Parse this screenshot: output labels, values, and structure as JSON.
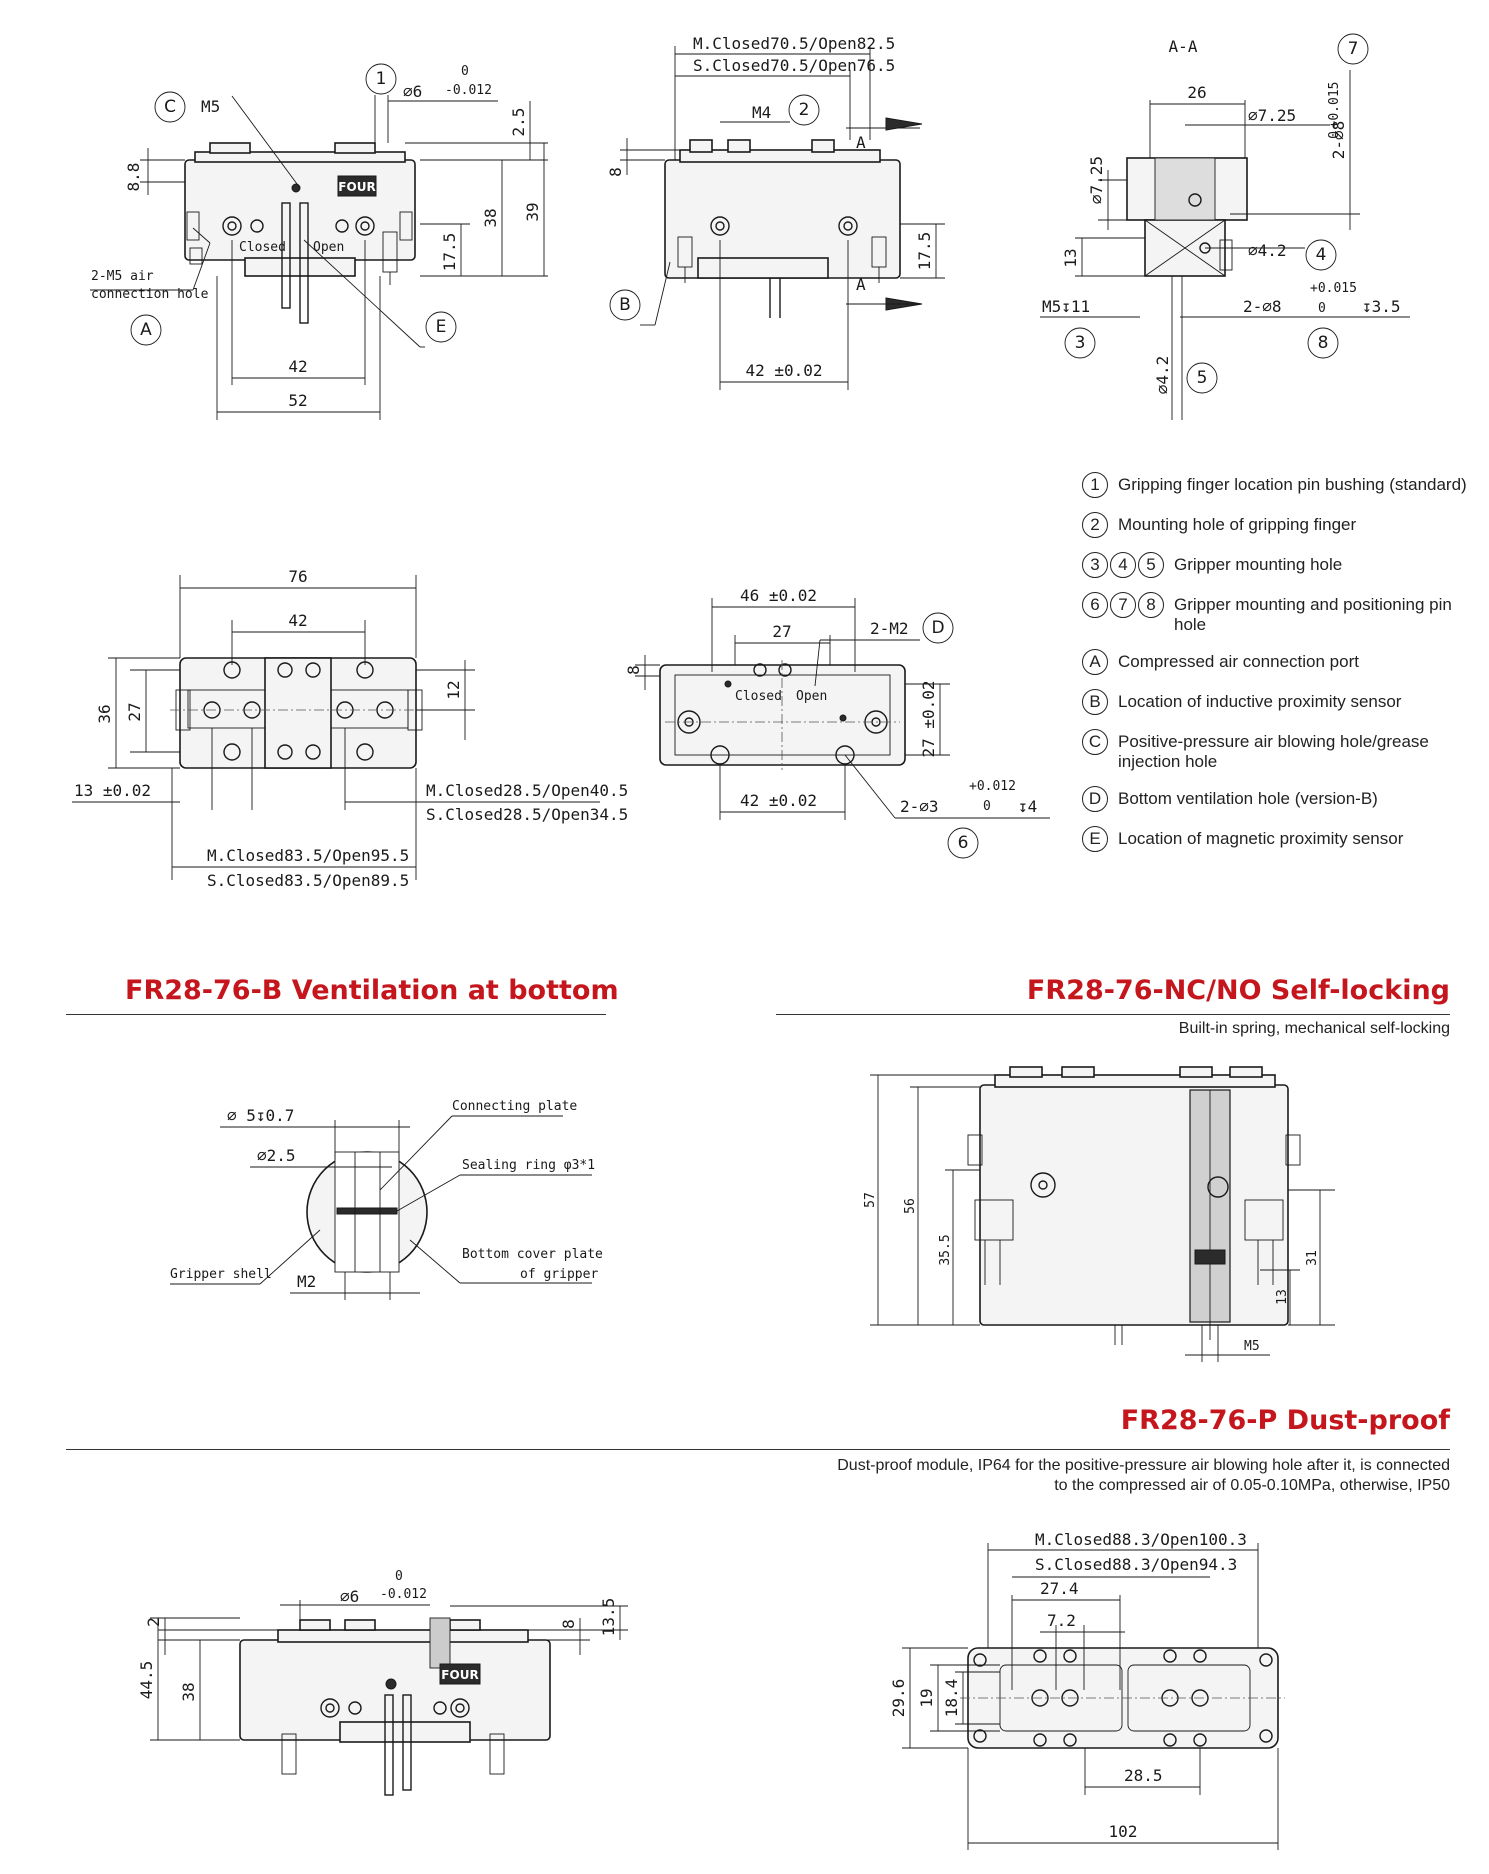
{
  "sections": {
    "ventilation": {
      "title": "FR28-76-B Ventilation at bottom"
    },
    "self_locking": {
      "title": "FR28-76-NC/NO Self-locking",
      "subtitle": "Built-in spring, mechanical self-locking"
    },
    "dust_proof": {
      "title": "FR28-76-P Dust-proof",
      "subtitle_line1": "Dust-proof module, IP64 for the positive-pressure air blowing hole after it, is connected",
      "subtitle_line2": "to the compressed air of 0.05-0.10MPa, otherwise, IP50"
    }
  },
  "legend": [
    {
      "marks": [
        "1"
      ],
      "text": "Gripping finger location pin bushing (standard)"
    },
    {
      "marks": [
        "2"
      ],
      "text": "Mounting hole of gripping finger"
    },
    {
      "marks": [
        "3",
        "4",
        "5"
      ],
      "text": "Gripper mounting hole"
    },
    {
      "marks": [
        "6",
        "7",
        "8"
      ],
      "text": "Gripper mounting and positioning pin hole"
    },
    {
      "marks": [
        "A"
      ],
      "text": "Compressed air connection port"
    },
    {
      "marks": [
        "B"
      ],
      "text": "Location of inductive proximity sensor"
    },
    {
      "marks": [
        "C"
      ],
      "text": "Positive-pressure air blowing hole/grease injection hole"
    },
    {
      "marks": [
        "D"
      ],
      "text": "Bottom ventilation hole (version-B)"
    },
    {
      "marks": [
        "E"
      ],
      "text": "Location of magnetic proximity sensor"
    }
  ],
  "front_view": {
    "m5": "M5",
    "c": "C",
    "one": "1",
    "phi6": "∅6",
    "tol_up": "0",
    "tol_low": "-0.012",
    "d2_5": "2.5",
    "d8_8": "8.8",
    "d38": "38",
    "d39": "39",
    "d17_5": "17.5",
    "closed": "Closed",
    "open": "Open",
    "air_hole_1": "2-M5 air",
    "air_hole_2": "connection hole",
    "a": "A",
    "e": "E",
    "d42": "42",
    "d52": "52",
    "brand": "FOUR"
  },
  "side_view": {
    "m_closed_open": "M.Closed70.5/Open82.5",
    "s_closed_open": "S.Closed70.5/Open76.5",
    "m4": "M4",
    "two": "2",
    "d8": "8",
    "d17_5": "17.5",
    "b": "B",
    "d42": "42 ±0.02",
    "a": "A"
  },
  "section_aa": {
    "title": "A-A",
    "seven": "7",
    "d26": "26",
    "phi7_25_top": "∅7.25",
    "phi7_25_side": "∅7.25",
    "two_phi8_v": "2-∅8",
    "tol_015": "+0.015",
    "tol_0": "0",
    "d13": "13",
    "phi4_2": "∅4.2",
    "four": "4",
    "m5_11": "M5↧11",
    "two_phi8_h": "2-∅8",
    "depth3_5": "↧3.5",
    "three": "3",
    "eight": "8",
    "phi4_2_v": "∅4.2",
    "five": "5"
  },
  "top_view": {
    "d76": "76",
    "d42": "42",
    "d36": "36",
    "d27": "27",
    "d12": "12",
    "d13": "13 ±0.02",
    "m_small": "M.Closed28.5/Open40.5",
    "s_small": "S.Closed28.5/Open34.5",
    "m_big": "M.Closed83.5/Open95.5",
    "s_big": "S.Closed83.5/Open89.5"
  },
  "bottom_view": {
    "d46": "46 ±0.02",
    "d27": "27",
    "m2": "2-M2",
    "d": "D",
    "d8": "8",
    "closed": "Closed",
    "open": "Open",
    "d27v": "27 ±0.02",
    "d42": "42 ±0.02",
    "pin": "2-∅3",
    "pin_tol_up": "+0.012",
    "pin_tol_low": "0",
    "pin_depth": "↧4",
    "six": "6"
  },
  "detail_b": {
    "phi5": "∅ 5↧0.7",
    "phi2_5": "∅2.5",
    "connecting_plate": "Connecting plate",
    "sealing_ring": "Sealing ring φ3*1",
    "gripper_shell": "Gripper shell",
    "bottom_cover_1": "Bottom cover plate",
    "bottom_cover_2": "of gripper",
    "m2": "M2"
  },
  "self_lock_view": {
    "d57": "57",
    "d56": "56",
    "d35_5": "35.5",
    "d31": "31",
    "d13": "13",
    "m5": "M5"
  },
  "dust_front": {
    "phi6": "∅6",
    "tol_up": "0",
    "tol_low": "-0.012",
    "d2": "2",
    "d8": "8",
    "d13_5": "13.5",
    "d44_5": "44.5",
    "d38": "38",
    "brand": "FOUR"
  },
  "dust_top": {
    "m_line": "M.Closed88.3/Open100.3",
    "s_line": "S.Closed88.3/Open94.3",
    "d27_4": "27.4",
    "d7_2": "7.2",
    "d29_6": "29.6",
    "d19": "19",
    "d18_4": "18.4",
    "d28_5": "28.5",
    "d102": "102"
  }
}
